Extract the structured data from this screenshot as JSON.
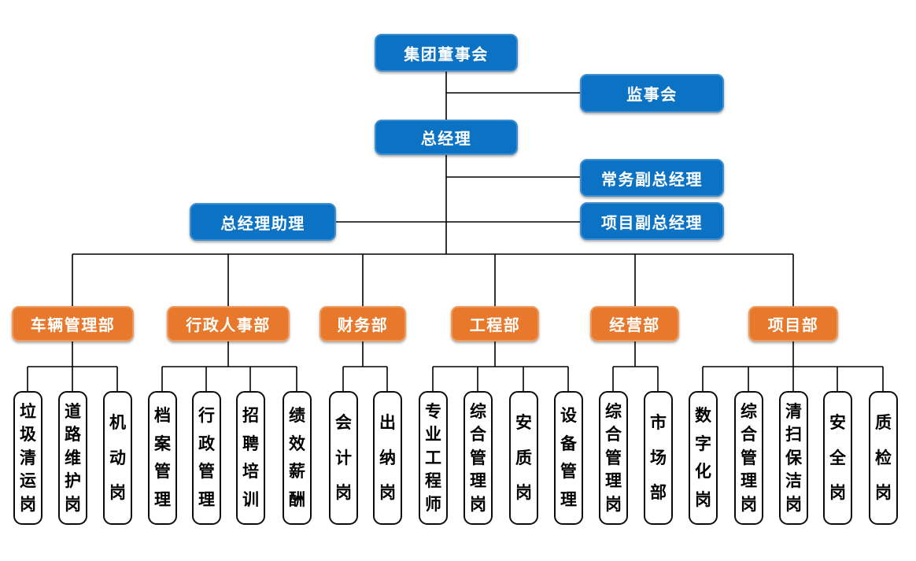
{
  "colors": {
    "executive_fill": "#0B72C4",
    "executive_border": "#3E8ED0",
    "department_fill": "#E8792C",
    "department_border": "#F09A5C",
    "position_border": "#0d0d0d",
    "line": "#000000"
  },
  "executives": {
    "board": "集团董事会",
    "supervisory": "监事会",
    "general_manager": "总经理",
    "executive_deputy_gm": "常务副总经理",
    "gm_assistant": "总经理助理",
    "project_deputy_gm": "项目副总经理"
  },
  "departments": [
    {
      "label": "车辆管理部",
      "positions": [
        "垃圾清运岗",
        "道路维护岗",
        "机动岗"
      ]
    },
    {
      "label": "行政人事部",
      "positions": [
        "档案管理",
        "行政管理",
        "招聘培训",
        "绩效薪酬"
      ]
    },
    {
      "label": "财务部",
      "positions": [
        "会计岗",
        "出纳岗"
      ]
    },
    {
      "label": "工程部",
      "positions": [
        "专业工程师",
        "综合管理岗",
        "安质岗",
        "设备管理"
      ]
    },
    {
      "label": "经营部",
      "positions": [
        "综合管理岗",
        "市场部"
      ]
    },
    {
      "label": "项目部",
      "positions": [
        "数字化岗",
        "综合管理岗",
        "清扫保洁岗",
        "安全岗",
        "质检岗"
      ]
    }
  ]
}
